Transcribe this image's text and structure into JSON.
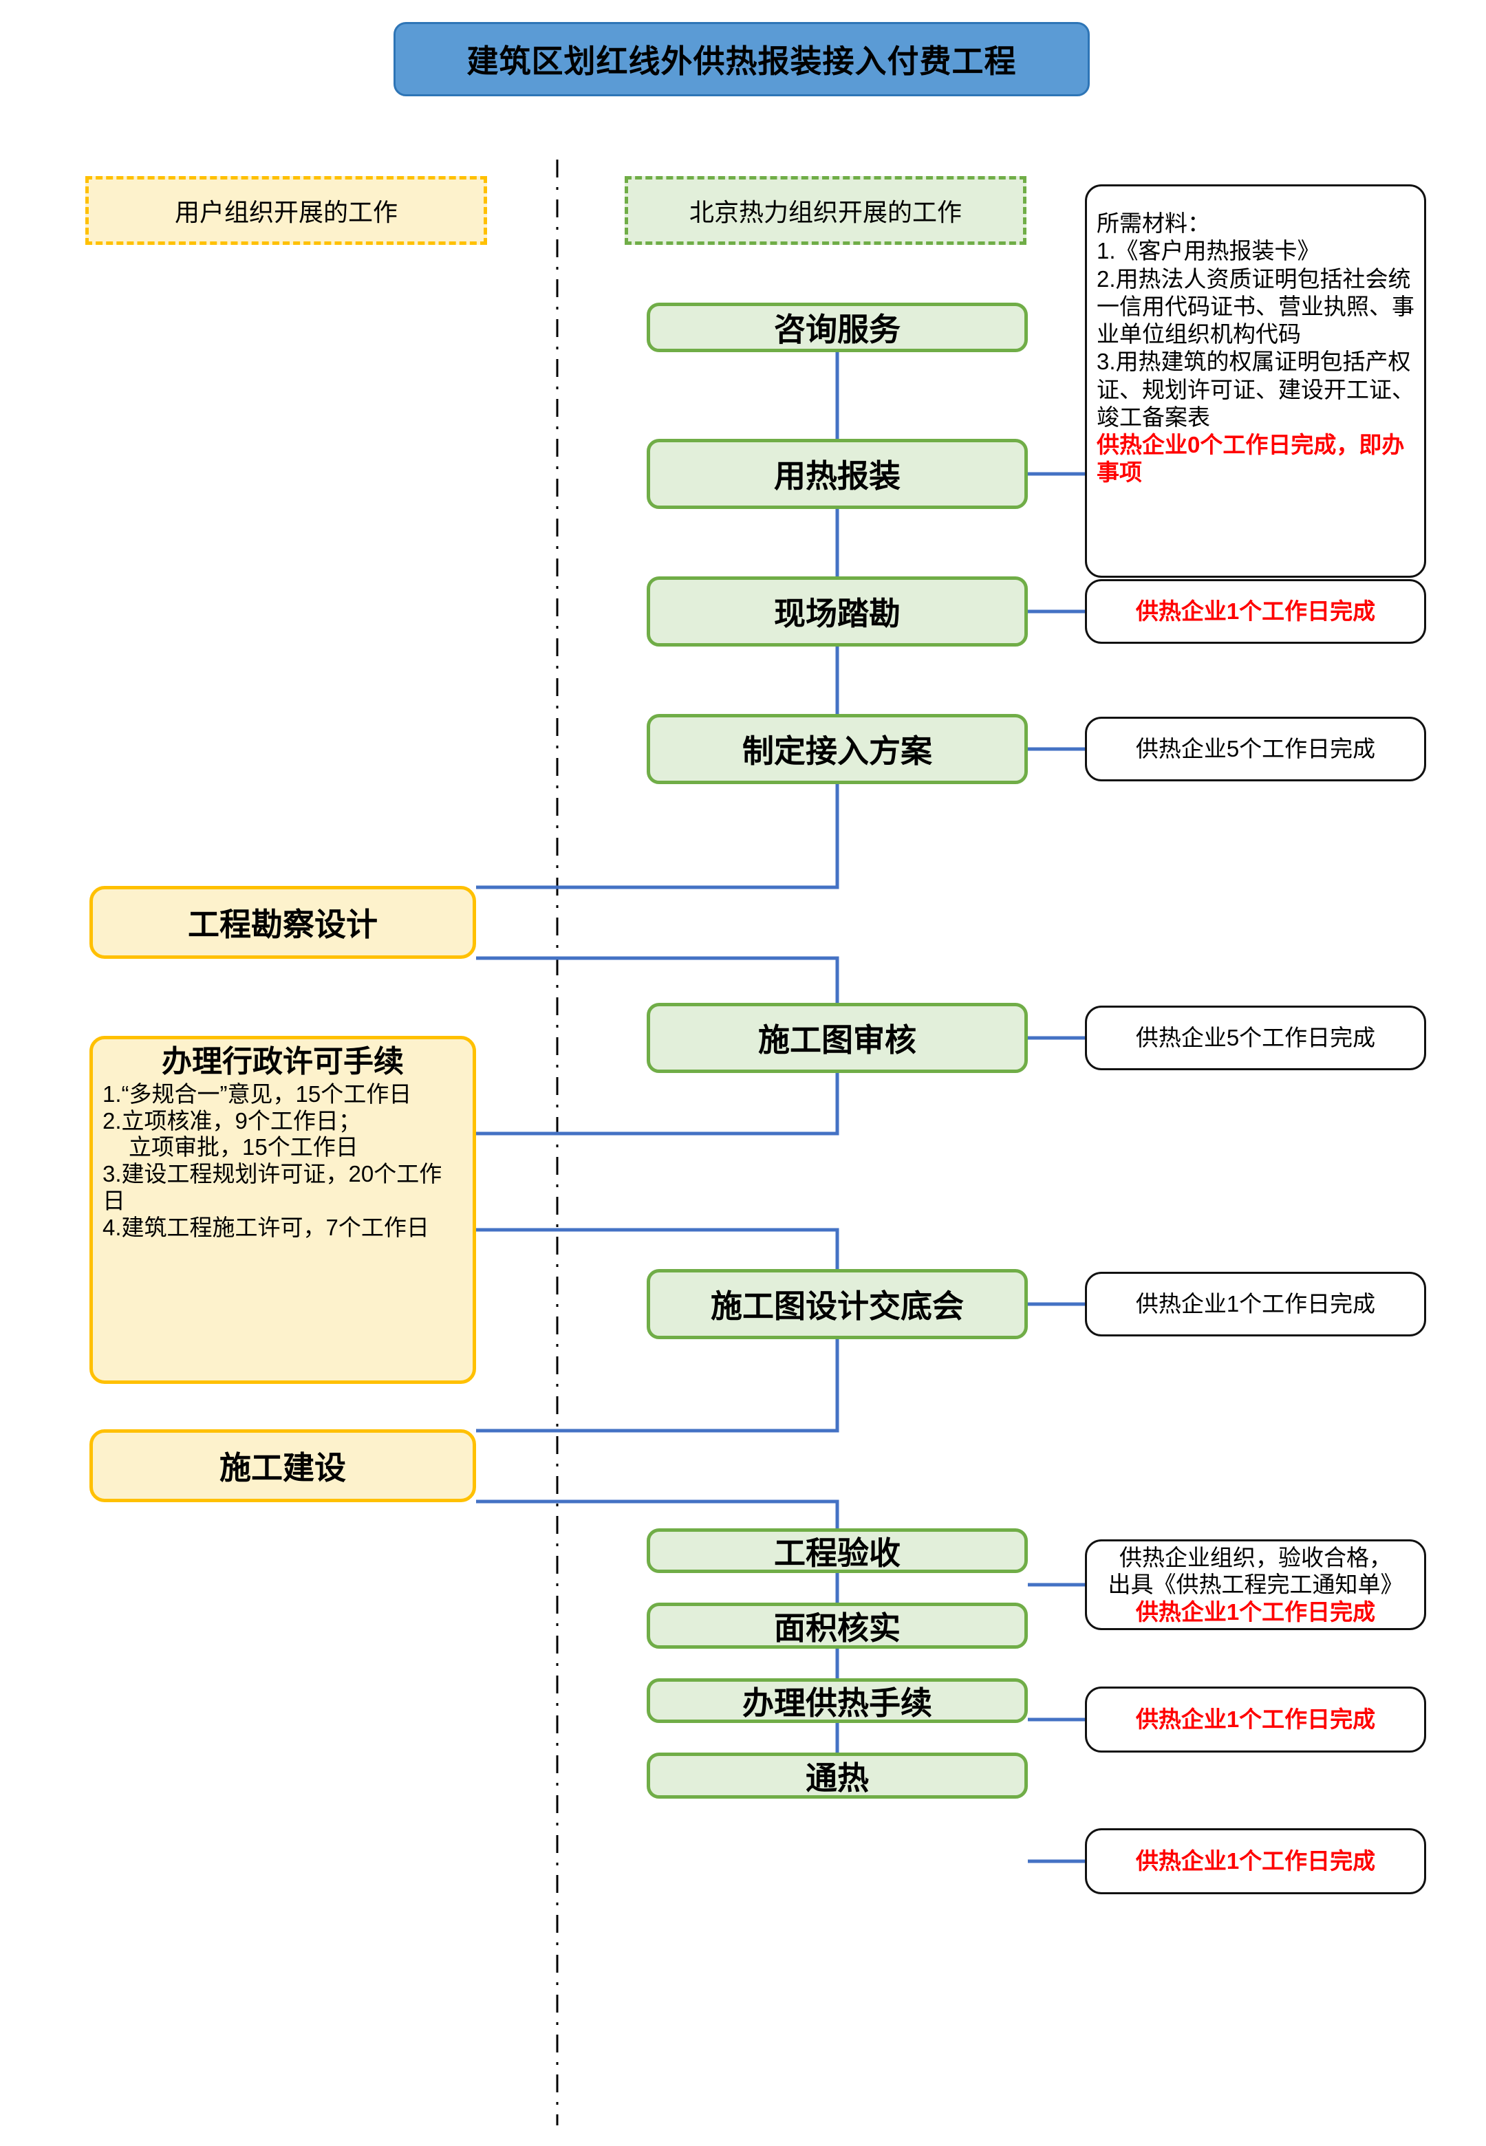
{
  "title": "建筑区划红线外供热报装接入付费工程",
  "legend": {
    "user": "用户组织开展的工作",
    "corp": "北京热力组织开展的工作"
  },
  "colors": {
    "title_bg": "#5B9BD5",
    "title_border": "#2E75B6",
    "green_fill": "#E2EFDA",
    "green_border": "#70AD47",
    "orange_fill": "#FDF2CC",
    "orange_border": "#FFC000",
    "connector": "#4472C4",
    "highlight_red": "#FF0000"
  },
  "process_steps": [
    {
      "id": "consult",
      "label": "咨询服务"
    },
    {
      "id": "apply",
      "label": "用热报装"
    },
    {
      "id": "survey",
      "label": "现场踏勘"
    },
    {
      "id": "plan",
      "label": "制定接入方案"
    },
    {
      "id": "review",
      "label": "施工图审核"
    },
    {
      "id": "briefing",
      "label": "施工图设计交底会"
    },
    {
      "id": "accept",
      "label": "工程验收"
    },
    {
      "id": "area",
      "label": "面积核实"
    },
    {
      "id": "formality",
      "label": "办理供热手续"
    },
    {
      "id": "heating",
      "label": "通热"
    }
  ],
  "user_steps": [
    {
      "id": "design",
      "label": "工程勘察设计"
    },
    {
      "id": "build",
      "label": "施工建设"
    }
  ],
  "permit_box": {
    "title": "办理行政许可手续",
    "items": [
      {
        "text": "1.“多规合一”意见，15个工作日",
        "indent": false
      },
      {
        "text": "2.立项核准，9个工作日；",
        "indent": false
      },
      {
        "text": "立项审批，15个工作日",
        "indent": true
      },
      {
        "text": "3.建设工程规划许可证，20个工作日",
        "indent": false
      },
      {
        "text": "4.建筑工程施工许可，7个工作日",
        "indent": false
      }
    ]
  },
  "annotations": [
    {
      "id": "materials",
      "lines": [
        "所需材料：",
        "1.《客户用热报装卡》",
        "2.用热法人资质证明包括社会统一信用代码证书、营业执照、事业单位组织机构代码",
        "3.用热建筑的权属证明包括产权证、规划许可证、建设开工证、竣工备案表"
      ],
      "red": "供热企业0个工作日完成，即办事项"
    },
    {
      "id": "survey-note",
      "lines": [],
      "red": "供热企业1个工作日完成"
    },
    {
      "id": "plan-note",
      "lines": [
        "供热企业5个工作日完成"
      ],
      "red": ""
    },
    {
      "id": "review-note",
      "lines": [
        "供热企业5个工作日完成"
      ],
      "red": ""
    },
    {
      "id": "briefing-note",
      "lines": [
        "供热企业1个工作日完成"
      ],
      "red": ""
    },
    {
      "id": "accept-note",
      "lines": [
        "供热企业组织，验收合格，",
        "出具《供热工程完工通知单》"
      ],
      "red": "供热企业1个工作日完成"
    },
    {
      "id": "area-note",
      "lines": [],
      "red": "供热企业1个工作日完成"
    },
    {
      "id": "formality-note",
      "lines": [],
      "red": "供热企业1个工作日完成"
    }
  ]
}
